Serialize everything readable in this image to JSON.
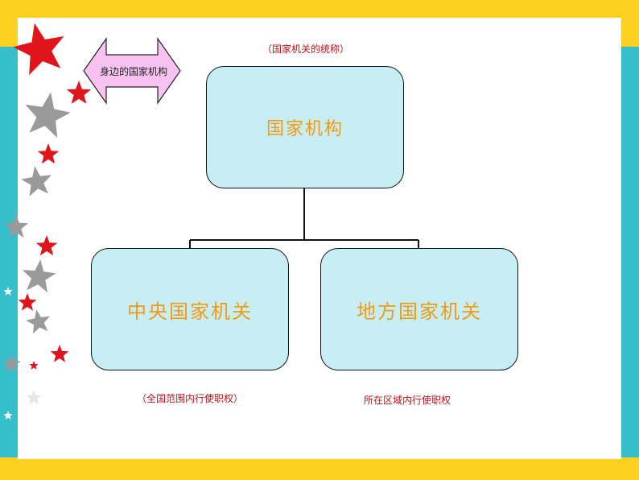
{
  "diagram": {
    "root_label": "国家机构",
    "root_note": "（国家机关的统称）",
    "arrow_label": "身边的国家机构",
    "children": [
      {
        "label": "中央国家机关",
        "note": "（全国范围内行使职权）"
      },
      {
        "label": "地方国家机关",
        "note": "所在区域内行使职权"
      }
    ]
  },
  "colors": {
    "box_fill": "#C7EEF5",
    "box_text": "#F39A14",
    "note_text": "#C0131B",
    "frame_yellow": "#FCD01F",
    "frame_teal": "#35BECB",
    "arrow_fill": "#F7C2F2"
  }
}
